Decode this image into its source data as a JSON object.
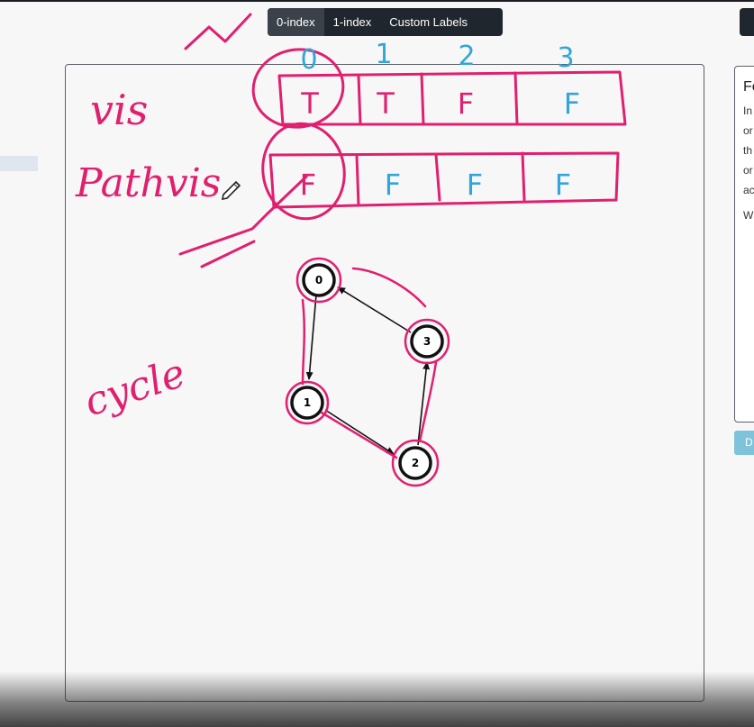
{
  "toolbar": {
    "buttons": [
      {
        "label": "0-index",
        "active": true
      },
      {
        "label": "1-index",
        "active": false
      },
      {
        "label": "Custom Labels",
        "active": false
      }
    ]
  },
  "graph": {
    "nodes": [
      "0",
      "1",
      "2",
      "3"
    ],
    "edges": [
      {
        "from": "0",
        "to": "1"
      },
      {
        "from": "1",
        "to": "2"
      },
      {
        "from": "2",
        "to": "3"
      },
      {
        "from": "3",
        "to": "0"
      }
    ]
  },
  "side_panel": {
    "title": "Fo",
    "lines": [
      "In",
      "or",
      "th",
      "or",
      "ac"
    ],
    "w_text": "W",
    "button_label": "D"
  },
  "annotations": {
    "vis_label": "vis",
    "pathvis_label": "Pathvis",
    "cycle_label": "cycle",
    "index_labels": [
      "0",
      "1",
      "2",
      "3"
    ],
    "vis_cells": [
      "T",
      "T",
      "F",
      "F"
    ],
    "pathvis_cells": [
      "F",
      "F",
      "F",
      "F"
    ],
    "ink_colors": {
      "pink": "#e0206e",
      "blue": "#32a6d8"
    }
  },
  "icons": {
    "cursor": "pencil-cursor-icon"
  }
}
